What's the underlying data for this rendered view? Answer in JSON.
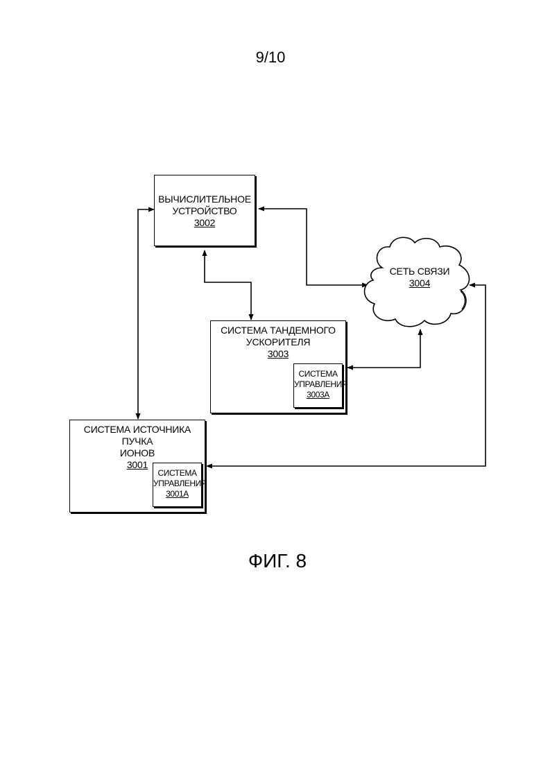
{
  "page_number": "9/10",
  "figure_caption": "ФИГ. 8",
  "nodes": {
    "computing_device": {
      "line1": "ВЫЧИСЛИТЕЛЬНОЕ",
      "line2": "УСТРОЙСТВО",
      "number": "3002"
    },
    "network": {
      "line1": "СЕТЬ СВЯЗИ",
      "number": "3004"
    },
    "tandem_accelerator": {
      "line1": "СИСТЕМА ТАНДЕМНОГО",
      "line2": "УСКОРИТЕЛЯ",
      "number": "3003",
      "control": {
        "line1": "СИСТЕМА",
        "line2": "УПРАВЛЕНИЯ",
        "number": "3003A"
      }
    },
    "ion_source": {
      "line1": "СИСТЕМА ИСТОЧНИКА ПУЧКА",
      "line2": "ИОНОВ",
      "number": "3001",
      "control": {
        "line1": "СИСТЕМА",
        "line2": "УПРАВЛЕНИЯ",
        "number": "3001A"
      }
    }
  },
  "edges": [
    {
      "from": "computing_device",
      "to": "network",
      "direction": "bidirectional"
    },
    {
      "from": "computing_device",
      "to": "tandem_accelerator",
      "direction": "bidirectional"
    },
    {
      "from": "computing_device",
      "to": "ion_source",
      "direction": "bidirectional"
    },
    {
      "from": "tandem_accelerator",
      "to": "network",
      "direction": "bidirectional"
    },
    {
      "from": "network",
      "to": "ion_source",
      "direction": "bidirectional"
    }
  ]
}
